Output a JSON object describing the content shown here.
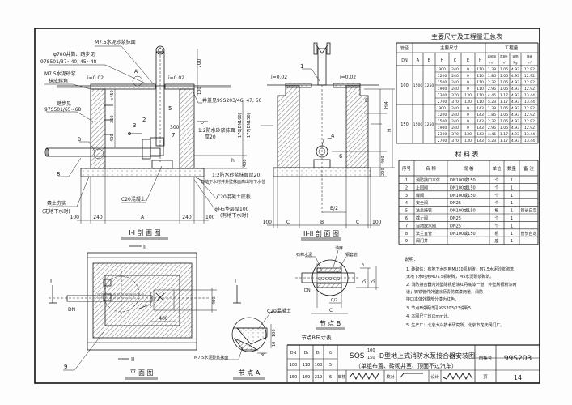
{
  "labels": {
    "s1_m75_plaster": "M7.5水泥砂浆抹面",
    "s1_shaft": "φ700井筒、踏步见",
    "s1_shaft_ref": "97S501/37~40, 45~48",
    "s1_m75": "M7.5水泥砂浆",
    "s1_bevel": "抹成斜角",
    "s1_slope_left": "i=0.02",
    "s1_slope_right": "i=0.02",
    "s1_node_a": "A",
    "s1_dim_700": "700",
    "s1_dim_100_top": "100",
    "s1_steps": "踏步见",
    "s1_steps_ref": "97S501/65~68",
    "s1_item5": "5",
    "s1_item2": "2",
    "s1_item3": "3",
    "s1_item7": "7",
    "s1_dim_300": "300",
    "s1_dim_450": "<450",
    "s1_dim_360": "360",
    "s1_dim_400_left": "400",
    "s1_node_b": "B",
    "s1_item8": "8",
    "s1_cover": "井盖见99S203/46, 47, 50",
    "s1_waterproof": "1:2防水砂浆抹面",
    "s1_waterproof_thk": "厚20",
    "s1_dim_170": "170(DN100)",
    "s1_dim_177": "177(DN150)",
    "s1_dim_h": "h",
    "s1_dim_400_right": "400",
    "s1_outer_plaster": "1:2防水砂浆抹面厚20",
    "s1_outer_plaster_note": "有地下水时井外壁抹面高出地下水位",
    "s1_base_slab": "C20混凝土底板",
    "s1_gravel": "碎石垫层厚100",
    "s1_gravel_note": "(有地下水时)",
    "s1_c20": "C20混凝土",
    "s1_soil": "素土夯实",
    "s1_soil_note": "(无地下水时)",
    "s1_b_100_l": "100",
    "s1_b_240_l": "240",
    "s1_b_a": "A",
    "s1_b_240_r": "240",
    "s1_b_100_r": "100",
    "s1_title": "I-I 剖 面 图",
    "s1_cut_mark": "II",
    "s2_item1": "1",
    "s2_slope_left": "i=0.02",
    "s2_slope_right": "i=0.02",
    "s2_dim_h4": "H/4",
    "s2_dim_e": "E",
    "s2_dim_h": "H",
    "s2_item4": "4",
    "s2_item6": "6",
    "s2_dim_400": "400",
    "s2_dim_200": "200",
    "s2_dim_b2": "B/2",
    "s2_b_100_l": "100",
    "s2_b_c_l": "C",
    "s2_b_b": "B",
    "s2_b_c_r": "C",
    "s2_b_100_r": "100",
    "s2_title": "II-II 剖 面 图",
    "plan_cut_i_left": "I",
    "plan_cut_i_right": "I",
    "plan_cut_ii_bottom": "II",
    "plan_dn": "DN",
    "plan_dim_400_v": "400",
    "plan_dim_400_h": "400",
    "plan_item9": "9",
    "plan_title": "平 面 图",
    "na_c20": "C20混凝土",
    "na_dim_100": "100",
    "na_dim_10": "10",
    "na_dim_30": "30",
    "na_m75": "M7.5水泥砂浆抹面",
    "na_title": "节 点 A",
    "nb_asbestos": "石棉水泥",
    "nb_hemp": "油麻",
    "nb_sleeve": "钢套管",
    "nb_delta": "δ",
    "nb_c2_a": "C/2",
    "nb_c2_b": "C/2",
    "nb_c2_c": "C/2",
    "nb_d1": "D₁",
    "nb_d2": "D₂",
    "nb_dn": "DN",
    "nb_c": "C",
    "nb_title": "节 点 B"
  },
  "main_table": {
    "title": "主要尺寸及工程量汇总表",
    "header_dn_group": "管径",
    "header_dims_group": "主要尺寸",
    "header_qty_group": "工程量",
    "columns": [
      "DN",
      "A",
      "B",
      "H",
      "C",
      "E",
      "h"
    ],
    "qty_columns": [
      {
        "name": "砖砌体",
        "unit": "m³"
      },
      {
        "name": "混凝土",
        "unit": "m³"
      },
      {
        "name": "钢筋",
        "unit": "Kg"
      },
      {
        "name": "抹面",
        "unit": "m²"
      }
    ],
    "groups": [
      {
        "dn": "100",
        "A": "1500",
        "B": "1250",
        "rows": [
          [
            "900",
            "240",
            "0",
            "110",
            "1.39",
            "1.06",
            "4.93",
            "12.92"
          ],
          [
            "1200",
            "240",
            "0",
            "110",
            "1.86",
            "1.06",
            "4.93",
            "12.92"
          ],
          [
            "1500",
            "240",
            "0",
            "110",
            "2.32",
            "1.06",
            "4.93",
            "12.92"
          ],
          [
            "1900",
            "240",
            "0",
            "110",
            "2.95",
            "1.06",
            "4.93",
            "12.92"
          ],
          [
            "2300",
            "370",
            "130",
            "110",
            "4.45",
            "1.17",
            "4.93",
            "13.44"
          ],
          [
            "2700",
            "370",
            "130",
            "110",
            "5.23",
            "1.17",
            "4.93",
            "13.44"
          ]
        ]
      },
      {
        "dn": "150",
        "A": "1500",
        "B": "1250",
        "rows": [
          [
            "900",
            "240",
            "0",
            "143",
            "1.39",
            "1.06",
            "4.93",
            "12.92"
          ],
          [
            "1200",
            "240",
            "0",
            "143",
            "1.86",
            "1.06",
            "4.93",
            "12.92"
          ],
          [
            "1500",
            "240",
            "0",
            "143",
            "2.32",
            "1.06",
            "4.93",
            "12.92"
          ],
          [
            "1900",
            "240",
            "0",
            "143",
            "2.95",
            "1.06",
            "4.93",
            "12.92"
          ],
          [
            "2300",
            "370",
            "130",
            "143",
            "4.45",
            "1.17",
            "4.93",
            "13.44"
          ],
          [
            "2700",
            "370",
            "130",
            "143",
            "5.23",
            "1.17",
            "4.93",
            "13.44"
          ]
        ]
      }
    ]
  },
  "material_table": {
    "title": "材 料 表",
    "headers": [
      "序号",
      "名 称",
      "规 格",
      "单位",
      "数量",
      "备 注"
    ],
    "rows": [
      [
        "1",
        "消防接口本体",
        "DN100或150",
        "个",
        "1",
        ""
      ],
      [
        "2",
        "止回阀",
        "DN100或150",
        "个",
        "1",
        ""
      ],
      [
        "3",
        "蝶阀",
        "DN100或150",
        "个",
        "1",
        ""
      ],
      [
        "4",
        "安全阀",
        "DN25",
        "个",
        "1",
        ""
      ],
      [
        "5",
        "法兰接管",
        "DN100或150",
        "根",
        "1",
        "管长自定"
      ],
      [
        "6",
        "截止阀",
        "DN25",
        "个",
        "1",
        ""
      ],
      [
        "7",
        "自动放水阀",
        "DN25",
        "个",
        "1",
        ""
      ],
      [
        "8",
        "法兰直管",
        "DN100或150",
        "根",
        "1",
        "管长自定"
      ],
      [
        "9",
        "阀门井",
        "",
        "座",
        "1",
        ""
      ]
    ]
  },
  "notes": {
    "title": "说明：",
    "lines": [
      "1. 砖砌体：有地下水时用MU10机制砖，M7.5水泥砂浆砌筑；",
      "   无地下水时用MU7.5机制砖，M5水泥砂浆砌筑。",
      "2. 消防接合器内外壁除锈后涂红丹底漆一道，外壁刷银粉漆两",
      "   道；铸铁管件外壁涂沥青防腐漆两道，消防",
      "   接口本体外露部分漆为红色。",
      "3. 节点B说明详见99S203/23说明5。",
      "4. 本图尺寸均以mm计。",
      "5. 生产厂：北京大兴技术研究所、北京市龙庆阀门厂。"
    ]
  },
  "node_b_table": {
    "title": "节点B尺寸表",
    "headers": [
      "DN",
      "D₁",
      "D₂",
      "δ"
    ],
    "rows": [
      [
        "100",
        "118",
        "168",
        "5"
      ],
      [
        "150",
        "169",
        "219",
        "6"
      ]
    ]
  },
  "title_block": {
    "model_prefix": "SQS",
    "model_sup": "100",
    "model_sub": "150",
    "title": "-D型地上式消防水泵接合器安装图",
    "subtitle": "（单组布置、砖砌井室、顶面不过汽车）",
    "atlas_label": "图集号",
    "atlas_no": "99S203",
    "review_label": "审核",
    "check_label": "校对",
    "design_label": "设计",
    "page_label": "页",
    "page": "14"
  }
}
